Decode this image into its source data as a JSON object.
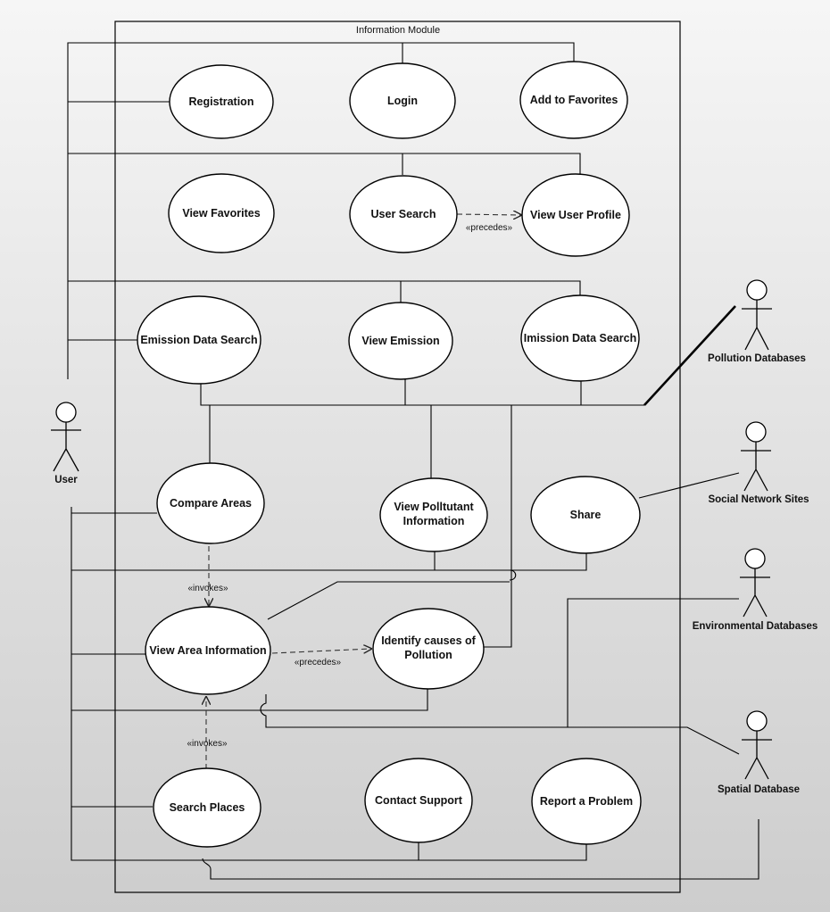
{
  "system_boundary": {
    "title": "Information Module"
  },
  "use_cases": {
    "registration": "Registration",
    "login": "Login",
    "add_to_favorites": "Add to Favorites",
    "view_favorites": "View Favorites",
    "user_search": "User Search",
    "view_user_profile": "View User Profile",
    "emission_data_search": "Emission Data Search",
    "view_emission": "View Emission",
    "imission_data_search": "Imission Data Search",
    "compare_areas": "Compare Areas",
    "view_pollutant_line1": "View Polltutant",
    "view_pollutant_line2": "Information",
    "share": "Share",
    "view_area_information": "View Area Information",
    "identify_causes_line1": "Identify causes of",
    "identify_causes_line2": "Pollution",
    "search_places": "Search Places",
    "contact_support": "Contact Support",
    "report_a_problem": "Report a Problem"
  },
  "actors": {
    "user": "User",
    "pollution_databases": "Pollution Databases",
    "social_network_sites": "Social Network Sites",
    "environmental_databases": "Environmental Databases",
    "spatial_database": "Spatial Database"
  },
  "relations": {
    "precedes_top": "«precedes»",
    "invokes_top": "«invokes»",
    "precedes_mid": "«precedes»",
    "invokes_bottom": "«invokes»"
  }
}
